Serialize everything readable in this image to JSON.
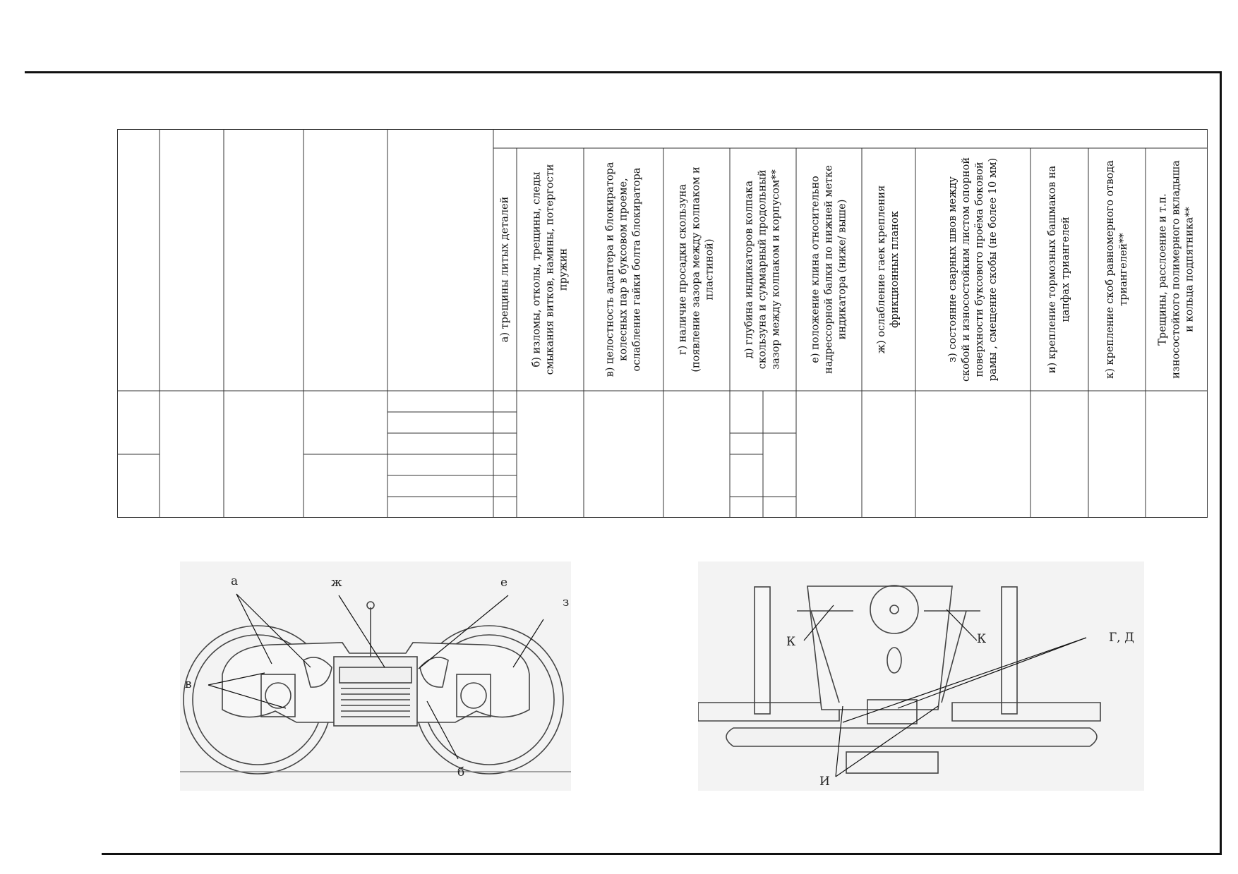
{
  "columns": [
    {
      "id": "a",
      "text": "а) трещины литых деталей"
    },
    {
      "id": "b",
      "text": "б) изломы, отколы, трещины, следы смыкания витков, намины, потергости пружин"
    },
    {
      "id": "v",
      "text": "в) целостность адаптера и блокиратора колесных пар в буксовом проеме, ослабление гайки болта блокиратора"
    },
    {
      "id": "g",
      "text": "г) наличие просадки скользуна (появление зазора между колпаком и пластиной)"
    },
    {
      "id": "d",
      "text": "д) глубина индикаторов колпака скользуна и суммарный продольный зазор между колпаком и корпусом**"
    },
    {
      "id": "e",
      "text": "е) положение клина относительно надрессорной балки по нижней метке индикатора (ниже/ выше)"
    },
    {
      "id": "zh",
      "text": "ж) ослабление гаек крепления фрикционных планок"
    },
    {
      "id": "z",
      "text": "з) состояние сварных швов между скобой и износостойким листом опорной поверхности буксового проёма боковой рамы , смещение скобы (не более 10 мм)"
    },
    {
      "id": "i",
      "text": "и) крепление тормозных башмаков на цапфах триангелей"
    },
    {
      "id": "k",
      "text": "к) крепление скоб равномерного отвода триангелей**"
    },
    {
      "id": "l",
      "text": "Трещины, расслоение и т.п. износостойкого полимерного вкладыша и кольца подпятника**"
    }
  ],
  "figure_left": {
    "labels": {
      "a": "а",
      "zh": "ж",
      "e": "е",
      "z": "з",
      "v": "в",
      "b": "б"
    }
  },
  "figure_right": {
    "labels": {
      "k1": "К",
      "k2": "К",
      "gd": "Г, Д",
      "i": "И"
    }
  }
}
